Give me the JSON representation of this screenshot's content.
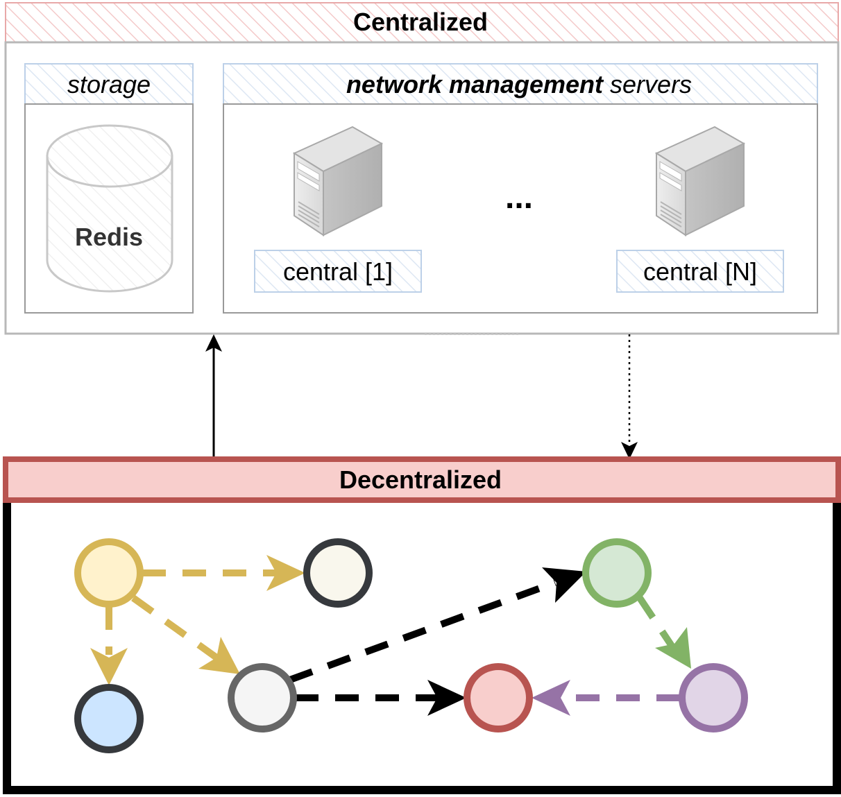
{
  "centralized": {
    "title": "Centralized",
    "storage": {
      "title": "storage",
      "db_label": "Redis"
    },
    "servers": {
      "title_bold": "network management",
      "title_rest": " servers",
      "server_first": "central [1]",
      "server_last": "central [N]",
      "ellipsis": "..."
    }
  },
  "decentralized": {
    "title": "Decentralized"
  },
  "icons": {
    "server": "server-tower-icon",
    "database": "database-cylinder-icon"
  },
  "colors": {
    "yellow_stroke": "#d6b656",
    "yellow_fill": "#fff2cc",
    "green_stroke": "#82b366",
    "green_fill": "#d5e8d4",
    "red_stroke": "#b85450",
    "red_fill": "#f8cecc",
    "purple_stroke": "#9673a6",
    "purple_fill": "#e1d5e7",
    "gray_stroke": "#666666",
    "gray_fill": "#f5f5f5",
    "dark_stroke": "#36393d",
    "blue_fill": "#cce5ff",
    "cream_fill": "#f9f7ed"
  }
}
